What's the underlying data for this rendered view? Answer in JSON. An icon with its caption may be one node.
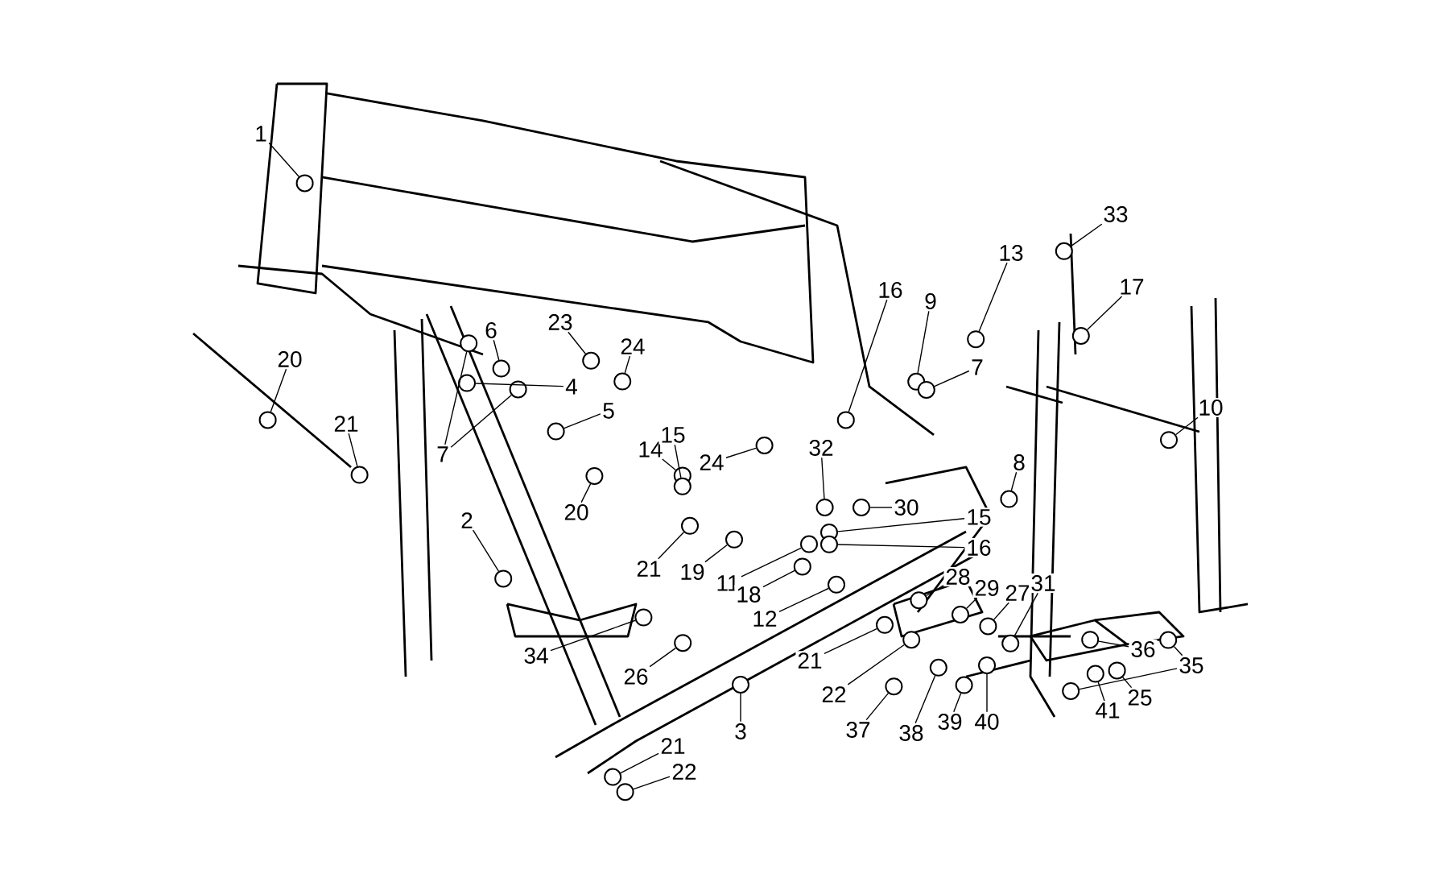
{
  "diagram": {
    "nodes": [
      {
        "text": [
          "1"
        ]
      },
      {
        "text": [
          "20"
        ]
      },
      {
        "text": [
          "21"
        ]
      },
      {
        "text": [
          "6"
        ]
      },
      {
        "text": [
          "23"
        ]
      },
      {
        "text": [
          "24"
        ]
      },
      {
        "text": [
          "4"
        ]
      },
      {
        "text": [
          "5"
        ]
      },
      {
        "text": [
          "7"
        ]
      },
      {
        "text": [
          "14"
        ]
      },
      {
        "text": [
          "15"
        ]
      },
      {
        "text": [
          "24"
        ]
      },
      {
        "text": [
          "20"
        ]
      },
      {
        "text": [
          "2"
        ]
      },
      {
        "text": [
          "21"
        ]
      },
      {
        "text": [
          "19"
        ]
      },
      {
        "text": [
          "11"
        ]
      },
      {
        "text": [
          "18"
        ]
      },
      {
        "text": [
          "12"
        ]
      },
      {
        "text": [
          "34"
        ]
      },
      {
        "text": [
          "26"
        ]
      },
      {
        "text": [
          "3"
        ]
      },
      {
        "text": [
          "21"
        ]
      },
      {
        "text": [
          "22"
        ]
      },
      {
        "text": [
          "9"
        ]
      },
      {
        "text": [
          "13"
        ]
      },
      {
        "text": [
          "16"
        ]
      },
      {
        "text": [
          "7"
        ]
      },
      {
        "text": [
          "33"
        ]
      },
      {
        "text": [
          "17"
        ]
      },
      {
        "text": [
          "10"
        ]
      },
      {
        "text": [
          "8"
        ]
      },
      {
        "text": [
          "32"
        ]
      },
      {
        "text": [
          "30"
        ]
      },
      {
        "text": [
          "15"
        ]
      },
      {
        "text": [
          "16"
        ]
      },
      {
        "text": [
          "28"
        ]
      },
      {
        "text": [
          "29"
        ]
      },
      {
        "text": [
          "27"
        ]
      },
      {
        "text": [
          "31"
        ]
      },
      {
        "text": [
          "36"
        ]
      },
      {
        "text": [
          "35"
        ]
      },
      {
        "text": [
          "41"
        ]
      },
      {
        "text": [
          "25"
        ]
      },
      {
        "text": [
          "21"
        ]
      },
      {
        "text": [
          "22"
        ]
      },
      {
        "text": [
          "37"
        ]
      },
      {
        "text": [
          "38"
        ]
      },
      {
        "text": [
          "39"
        ]
      },
      {
        "text": [
          "40"
        ]
      },
      {
        "text": [],
        "shape": "circle"
      },
      {
        "text": [],
        "shape": "circle"
      },
      {
        "text": [],
        "shape": "circle"
      },
      {
        "text": [],
        "shape": "circle"
      },
      {
        "text": [],
        "shape": "circle"
      },
      {
        "text": [],
        "shape": "circle"
      },
      {
        "text": [],
        "shape": "circle"
      },
      {
        "text": [],
        "shape": "circle"
      },
      {
        "text": [],
        "shape": "circle"
      },
      {
        "text": [],
        "shape": "circle"
      },
      {
        "text": [],
        "shape": "circle"
      },
      {
        "text": [],
        "shape": "circle"
      },
      {
        "text": [],
        "shape": "circle"
      },
      {
        "text": [],
        "shape": "circle"
      },
      {
        "text": [],
        "shape": "circle"
      },
      {
        "text": [],
        "shape": "circle"
      },
      {
        "text": [],
        "shape": "circle"
      },
      {
        "text": [],
        "shape": "circle"
      },
      {
        "text": [],
        "shape": "circle"
      },
      {
        "text": [],
        "shape": "circle"
      },
      {
        "text": [],
        "shape": "circle"
      },
      {
        "text": [],
        "shape": "circle"
      },
      {
        "text": [],
        "shape": "circle"
      },
      {
        "text": [],
        "shape": "circle"
      },
      {
        "text": [],
        "shape": "circle"
      },
      {
        "text": [],
        "shape": "circle"
      },
      {
        "text": [],
        "shape": "circle"
      },
      {
        "text": [],
        "shape": "circle"
      },
      {
        "text": [],
        "shape": "circle"
      },
      {
        "text": [],
        "shape": "circle"
      },
      {
        "text": [],
        "shape": "circle"
      },
      {
        "text": [],
        "shape": "circle"
      },
      {
        "text": [],
        "shape": "circle"
      },
      {
        "text": [],
        "shape": "circle"
      },
      {
        "text": [],
        "shape": "circle"
      },
      {
        "text": [],
        "shape": "circle"
      },
      {
        "text": [],
        "shape": "circle"
      },
      {
        "text": [],
        "shape": "circle"
      },
      {
        "text": [],
        "shape": "circle"
      },
      {
        "text": [],
        "shape": "circle"
      },
      {
        "text": [],
        "shape": "circle"
      },
      {
        "text": [],
        "shape": "circle"
      },
      {
        "text": [],
        "shape": "circle"
      },
      {
        "text": [],
        "shape": "circle"
      },
      {
        "text": [],
        "shape": "circle"
      },
      {
        "text": [],
        "shape": "circle"
      },
      {
        "text": [],
        "shape": "circle"
      },
      {
        "text": [],
        "shape": "circle"
      },
      {
        "text": [],
        "shape": "circle"
      },
      {
        "text": [],
        "shape": "circle"
      },
      {
        "text": [],
        "shape": "circle"
      },
      {
        "text": [],
        "shape": "circle"
      }
    ],
    "edges": [
      {
        "from": 0,
        "to": 50,
        "arrow": "none"
      },
      {
        "from": 1,
        "to": 51,
        "arrow": "none"
      },
      {
        "from": 2,
        "to": 52,
        "arrow": "none"
      },
      {
        "from": 3,
        "to": 53,
        "arrow": "none"
      },
      {
        "from": 4,
        "to": 54,
        "arrow": "none"
      },
      {
        "from": 5,
        "to": 55,
        "arrow": "none"
      },
      {
        "from": 6,
        "to": 56,
        "arrow": "none"
      },
      {
        "from": 7,
        "to": 57,
        "arrow": "none"
      },
      {
        "from": 8,
        "to": 58,
        "arrow": "none"
      },
      {
        "from": 8,
        "to": 59,
        "arrow": "none"
      },
      {
        "from": 9,
        "to": 60,
        "arrow": "none"
      },
      {
        "from": 10,
        "to": 61,
        "arrow": "none"
      },
      {
        "from": 11,
        "to": 62,
        "arrow": "none"
      },
      {
        "from": 12,
        "to": 63,
        "arrow": "none"
      },
      {
        "from": 13,
        "to": 64,
        "arrow": "none"
      },
      {
        "from": 14,
        "to": 65,
        "arrow": "none"
      },
      {
        "from": 15,
        "to": 66,
        "arrow": "none"
      },
      {
        "from": 16,
        "to": 67,
        "arrow": "none"
      },
      {
        "from": 17,
        "to": 68,
        "arrow": "none"
      },
      {
        "from": 18,
        "to": 69,
        "arrow": "none"
      },
      {
        "from": 19,
        "to": 70,
        "arrow": "none"
      },
      {
        "from": 20,
        "to": 71,
        "arrow": "none"
      },
      {
        "from": 21,
        "to": 72,
        "arrow": "none"
      },
      {
        "from": 22,
        "to": 73,
        "arrow": "none"
      },
      {
        "from": 23,
        "to": 74,
        "arrow": "none"
      },
      {
        "from": 24,
        "to": 75,
        "arrow": "none"
      },
      {
        "from": 25,
        "to": 76,
        "arrow": "none"
      },
      {
        "from": 26,
        "to": 77,
        "arrow": "none"
      },
      {
        "from": 27,
        "to": 78,
        "arrow": "none"
      },
      {
        "from": 28,
        "to": 79,
        "arrow": "none"
      },
      {
        "from": 29,
        "to": 80,
        "arrow": "none"
      },
      {
        "from": 30,
        "to": 81,
        "arrow": "none"
      },
      {
        "from": 31,
        "to": 82,
        "arrow": "none"
      },
      {
        "from": 32,
        "to": 83,
        "arrow": "none"
      },
      {
        "from": 33,
        "to": 84,
        "arrow": "none"
      },
      {
        "from": 34,
        "to": 85,
        "arrow": "none"
      },
      {
        "from": 35,
        "to": 86,
        "arrow": "none"
      },
      {
        "from": 36,
        "to": 87,
        "arrow": "none"
      },
      {
        "from": 37,
        "to": 88,
        "arrow": "none"
      },
      {
        "from": 38,
        "to": 89,
        "arrow": "none"
      },
      {
        "from": 39,
        "to": 90,
        "arrow": "none"
      },
      {
        "from": 40,
        "to": 91,
        "arrow": "none"
      },
      {
        "from": 41,
        "to": 92,
        "arrow": "none"
      },
      {
        "from": 41,
        "to": 93,
        "arrow": "none"
      },
      {
        "from": 42,
        "to": 94,
        "arrow": "none"
      },
      {
        "from": 43,
        "to": 95,
        "arrow": "none"
      },
      {
        "from": 44,
        "to": 96,
        "arrow": "none"
      },
      {
        "from": 45,
        "to": 97,
        "arrow": "none"
      },
      {
        "from": 46,
        "to": 98,
        "arrow": "none"
      },
      {
        "from": 47,
        "to": 99,
        "arrow": "none"
      },
      {
        "from": 48,
        "to": 100,
        "arrow": "none"
      },
      {
        "from": 49,
        "to": 101,
        "arrow": "none"
      }
    ]
  }
}
